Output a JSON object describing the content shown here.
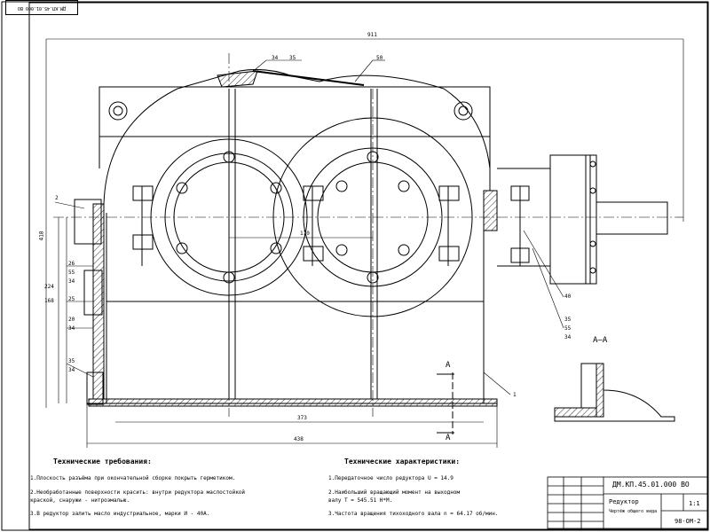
{
  "stamp": "ДМ.КП.45.01.000 ВО",
  "dimensions": {
    "top_width": "911",
    "shaft_center": "170",
    "base_span": "373",
    "total_width": "438",
    "height_a": "418",
    "height_b": "224",
    "height_c": "168"
  },
  "callouts": [
    "34",
    "35",
    "50",
    "2",
    "26",
    "55",
    "34",
    "25",
    "20",
    "34",
    "35",
    "34",
    "40",
    "35",
    "55",
    "34",
    "1"
  ],
  "section_labels": {
    "cut_a_top": "А",
    "cut_a_bottom": "А",
    "section_title": "А–А"
  },
  "tech_requirements": {
    "title": "Технические требования:",
    "items": [
      "1.Плоскость разъёма при окончательной сборке покрыть герметиком.",
      "2.Необработанные поверхности красить: внутри редуктора маслостойкой",
      "   краской, снаружи - нитроэмалью.",
      "3.В редуктор залить масло индустриальное, марки И - 40А."
    ]
  },
  "tech_characteristics": {
    "title": "Технические характеристики:",
    "items": [
      "1.Передаточное число редуктора U = 14.9",
      "2.Наибольший вращающий момент на выходном",
      "   валу Т = 545.51 Н*М.",
      "3.Частота вращения тихоходного вала n = 64.17 об/мин."
    ]
  },
  "title_block": {
    "designation": "ДМ.КП.45.01.000 ВО",
    "name": "Редуктор",
    "subtitle": "Чертёж общего вида",
    "scale": "1:1",
    "group": "98-ОМ-2"
  }
}
